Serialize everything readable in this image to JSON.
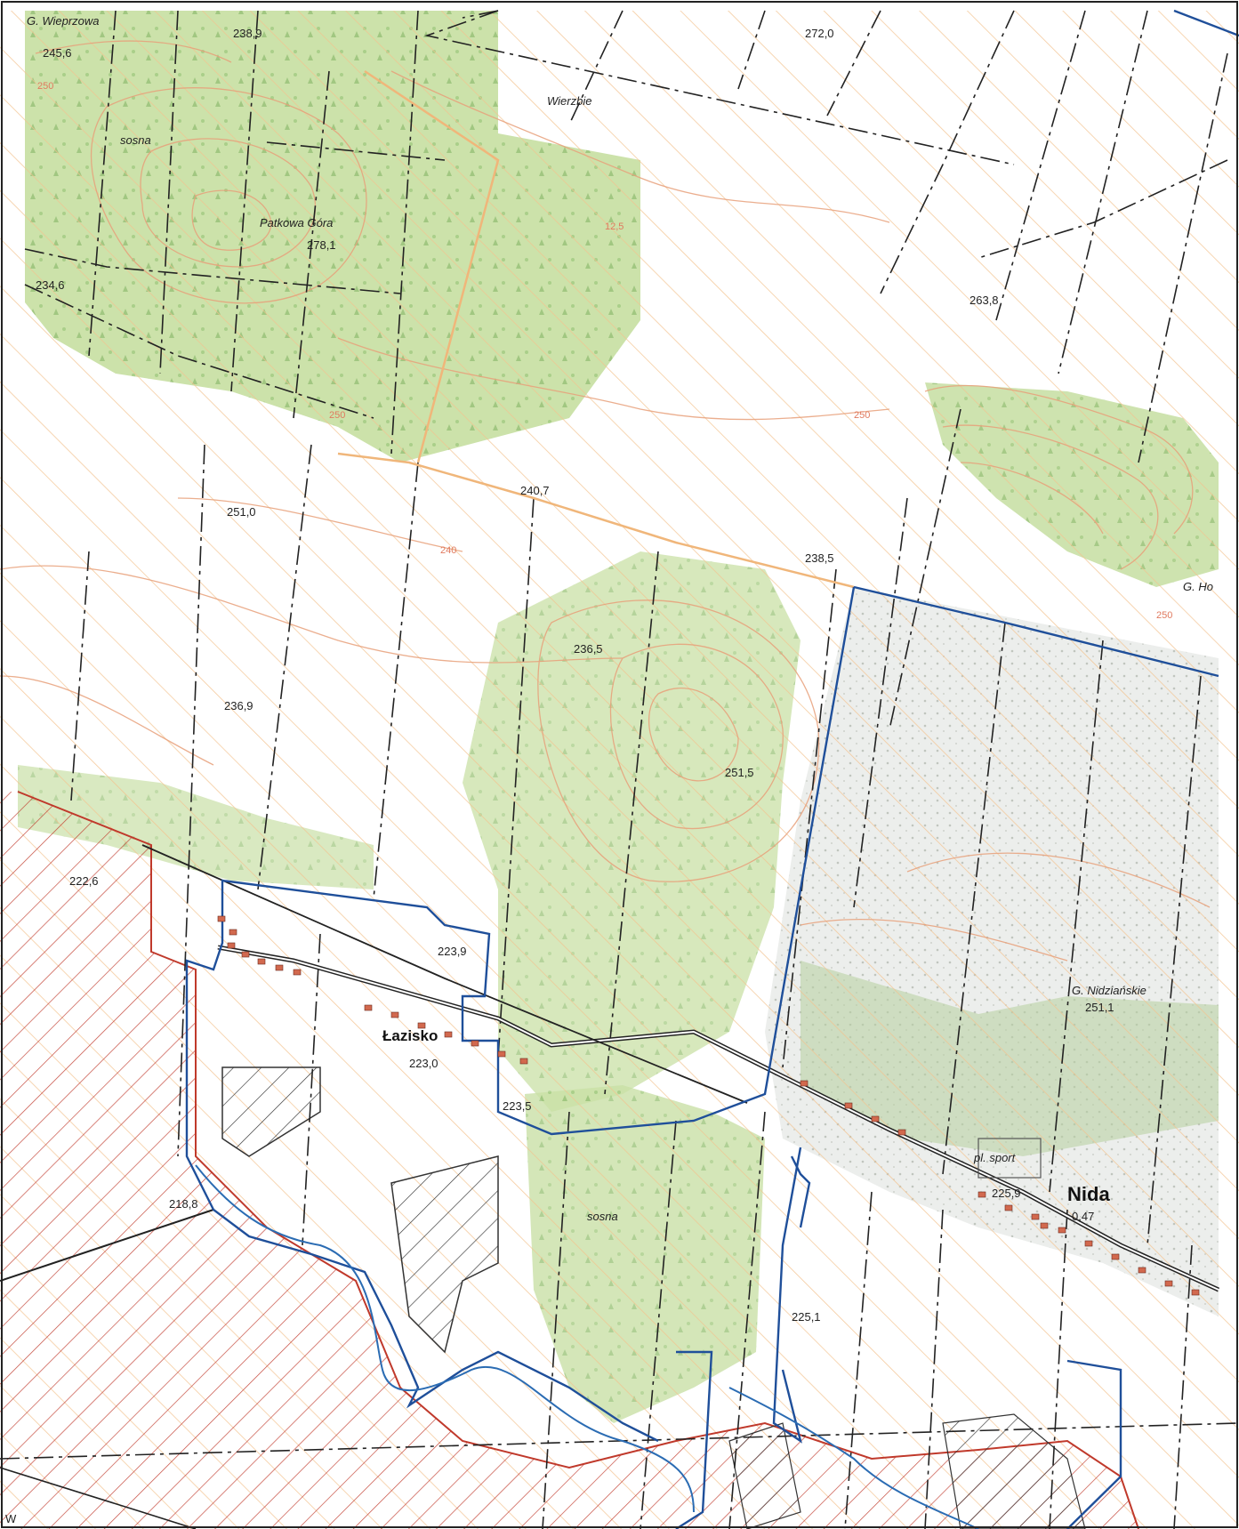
{
  "colors": {
    "forest": "#c7dfa2",
    "forest_dense": "#a9cf7d",
    "contour": "#e8a07a",
    "hatch_orange": "#f3c28e",
    "hatch_red": "#c0392b",
    "boundary_blue": "#1f4f9a",
    "boundary_red": "#c0392b",
    "road": "#222222",
    "building": "#d2694e",
    "settlement_gray": "#d9ddd6"
  },
  "labels": {
    "wieprzowa": "G. Wieprzowa",
    "e245": "245,6",
    "e238_9": "238,9",
    "e272": "272,0",
    "wierzbie": "Wierzbie",
    "sosna1": "sosna",
    "patkowa": "Patkowa Góra",
    "e278": "278,1",
    "e234": "234,6",
    "e263": "263,8",
    "c250a": "250",
    "c250b": "250",
    "c250c": "250",
    "c250d": "250",
    "c125": "12,5",
    "c240": "240",
    "e251_0": "251,0",
    "e240_7": "240,7",
    "e238_5": "238,5",
    "gho": "G. Ho",
    "e236_5": "236,5",
    "e236_9": "236,9",
    "e251_5": "251,5",
    "e222": "222,6",
    "e223_9": "223,9",
    "lazisko": "Łazisko",
    "e223_0": "223,0",
    "e223_5": "223,5",
    "nidzianske": "G. Nidziańskie",
    "e251_1": "251,1",
    "plsport": "pl. sport",
    "e225_9": "225,9",
    "nida": "Nida",
    "nida_val": "0,47",
    "sosna2": "sosna",
    "e218": "218,8",
    "e225_1": "225,1",
    "corner_w": "W"
  }
}
